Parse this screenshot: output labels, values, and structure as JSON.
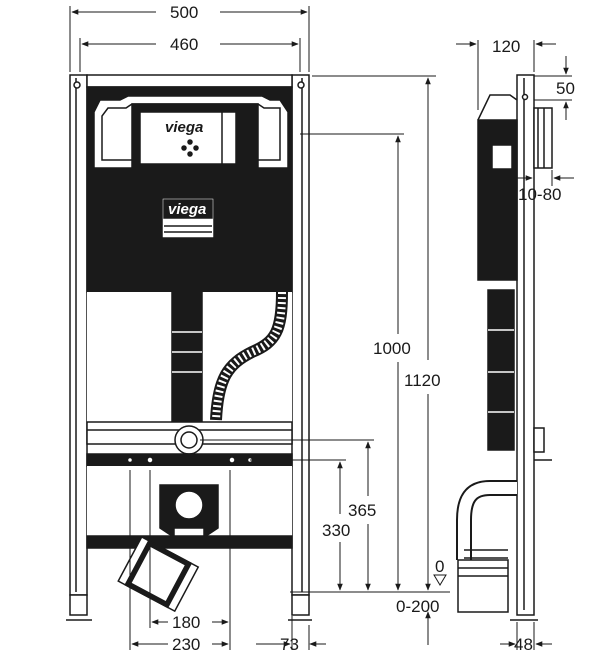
{
  "brand": {
    "logo_text": "viega"
  },
  "dimensions": {
    "overall_width": "500",
    "frame_width": "460",
    "depth": "120",
    "offset_top": "50",
    "flush_depth": "10-80",
    "height_flush": "1000",
    "overall_height": "1120",
    "outlet_height_365": "365",
    "outlet_height_330": "330",
    "zero_mark": "0",
    "foot_adjust": "0-200",
    "spacing_180": "180",
    "spacing_230": "230",
    "foot_offset_73": "73",
    "side_foot_48": "48"
  },
  "colors": {
    "line": "#1a1a1a",
    "background": "#ffffff"
  }
}
